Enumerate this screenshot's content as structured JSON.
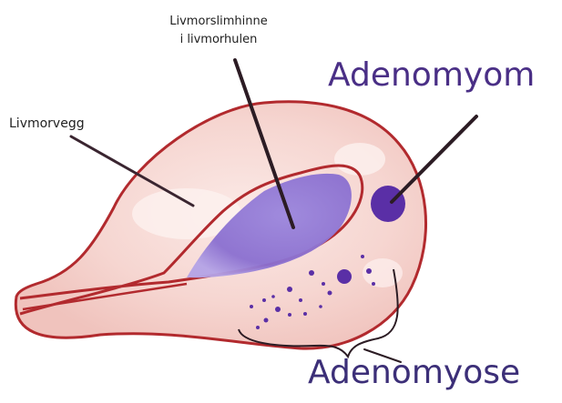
{
  "labels": {
    "endometrium_line1": "Livmorslimhinne",
    "endometrium_line2": "i livmorhulen",
    "uterine_wall": "Livmorvegg",
    "adenomyoma": "Adenomyom",
    "adenomyosis": "Adenomyose"
  },
  "colors": {
    "outline": "#b22a2e",
    "tissue": "#f6d3cf",
    "cavity": "#8a6fd0",
    "lesion": "#5a2fa6",
    "pointer": "#3a2530",
    "adenomyoma_text": "#4a2f86",
    "adenomyosis_text": "#3c2f78"
  }
}
